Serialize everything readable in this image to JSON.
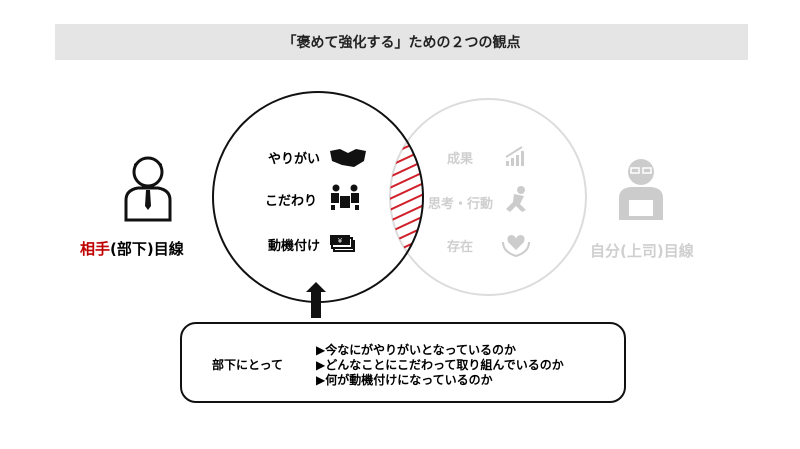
{
  "header": {
    "title": "「褒めて強化する」ための２つの観点"
  },
  "left": {
    "label_red": "相手",
    "label_rest": "(部下)目線",
    "items": [
      {
        "label": "やりがい",
        "icon": "handshake-icon"
      },
      {
        "label": "こだわり",
        "icon": "meeting-icon"
      },
      {
        "label": "動機付け",
        "icon": "money-icon"
      }
    ]
  },
  "right": {
    "label": "自分(上司)目線",
    "items": [
      {
        "label": "成果",
        "icon": "bar-chart-icon"
      },
      {
        "label": "思考・行動",
        "icon": "running-person-icon"
      },
      {
        "label": "存在",
        "icon": "heart-hands-icon"
      }
    ]
  },
  "box": {
    "label": "部下にとって",
    "lines": [
      "▶今なにがやりがいとなっているのか",
      "▶どんなことにこだわって取り組んでいるのか",
      "▶何が動機付けになっているのか"
    ]
  },
  "colors": {
    "accent": "#c00000",
    "muted": "#cfcfcf"
  }
}
